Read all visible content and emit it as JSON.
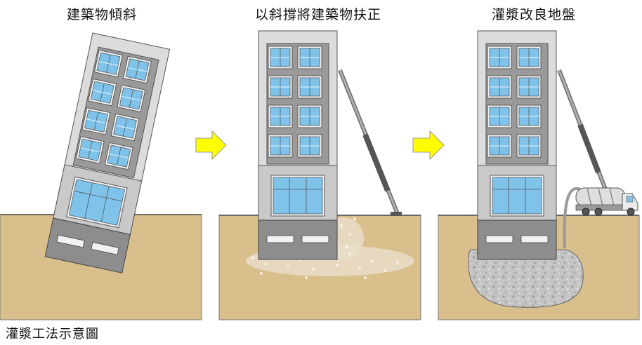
{
  "panels": [
    {
      "title": "建築物傾斜"
    },
    {
      "title": "以斜撐將建築物扶正"
    },
    {
      "title": "灌漿改良地盤"
    }
  ],
  "caption": "灌漿工法示意圖",
  "colors": {
    "soil": "#d9bf8c",
    "building": "#dcdcdc",
    "basement": "#8d8d8d",
    "window": "#7fc3ea",
    "arrow": "#ffff00",
    "grout": "#c9c9c9"
  }
}
